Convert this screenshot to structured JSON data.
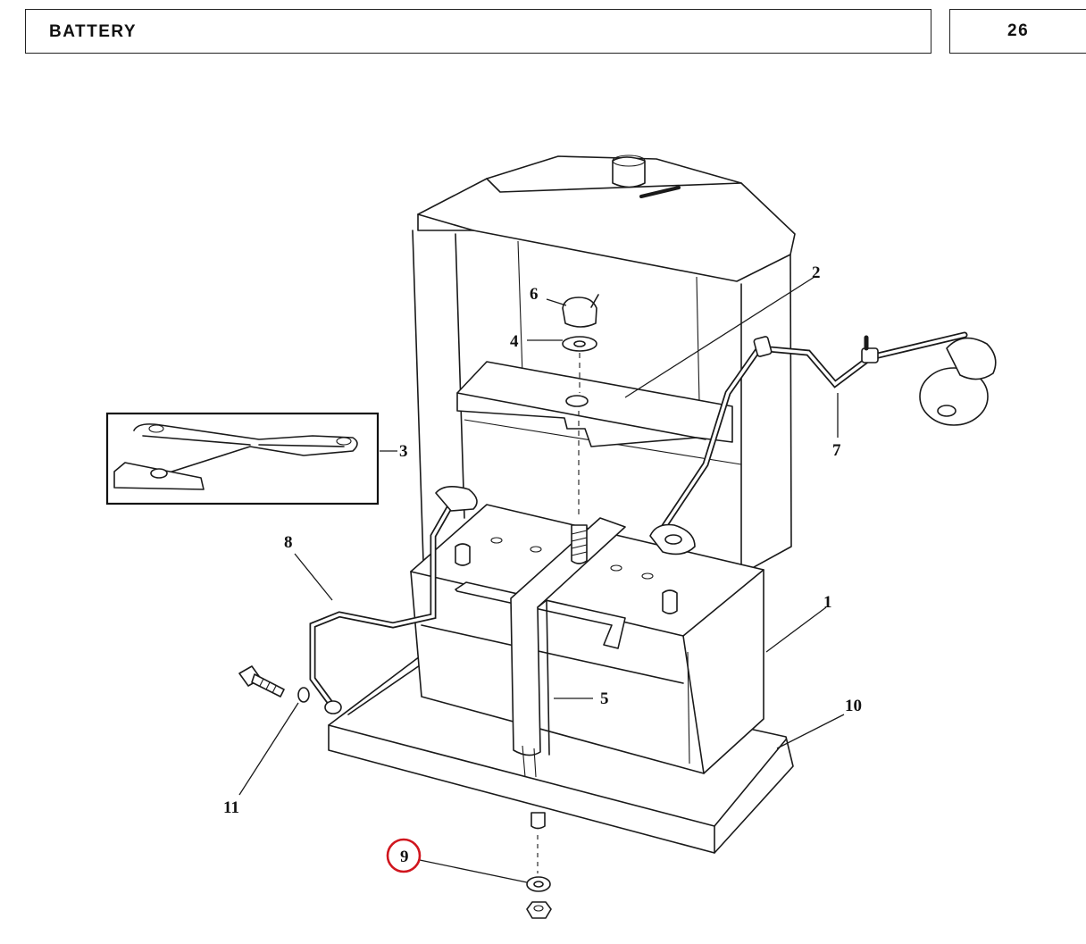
{
  "header": {
    "title": "BATTERY",
    "page_number": "26"
  },
  "callouts": [
    {
      "id": "1",
      "label": "1"
    },
    {
      "id": "2",
      "label": "2"
    },
    {
      "id": "3",
      "label": "3"
    },
    {
      "id": "4",
      "label": "4"
    },
    {
      "id": "5",
      "label": "5"
    },
    {
      "id": "6",
      "label": "6"
    },
    {
      "id": "7",
      "label": "7"
    },
    {
      "id": "8",
      "label": "8"
    },
    {
      "id": "9",
      "label": "9"
    },
    {
      "id": "10",
      "label": "10"
    },
    {
      "id": "11",
      "label": "11"
    }
  ],
  "highlight": {
    "callout": "9",
    "color": "#d0161e"
  }
}
